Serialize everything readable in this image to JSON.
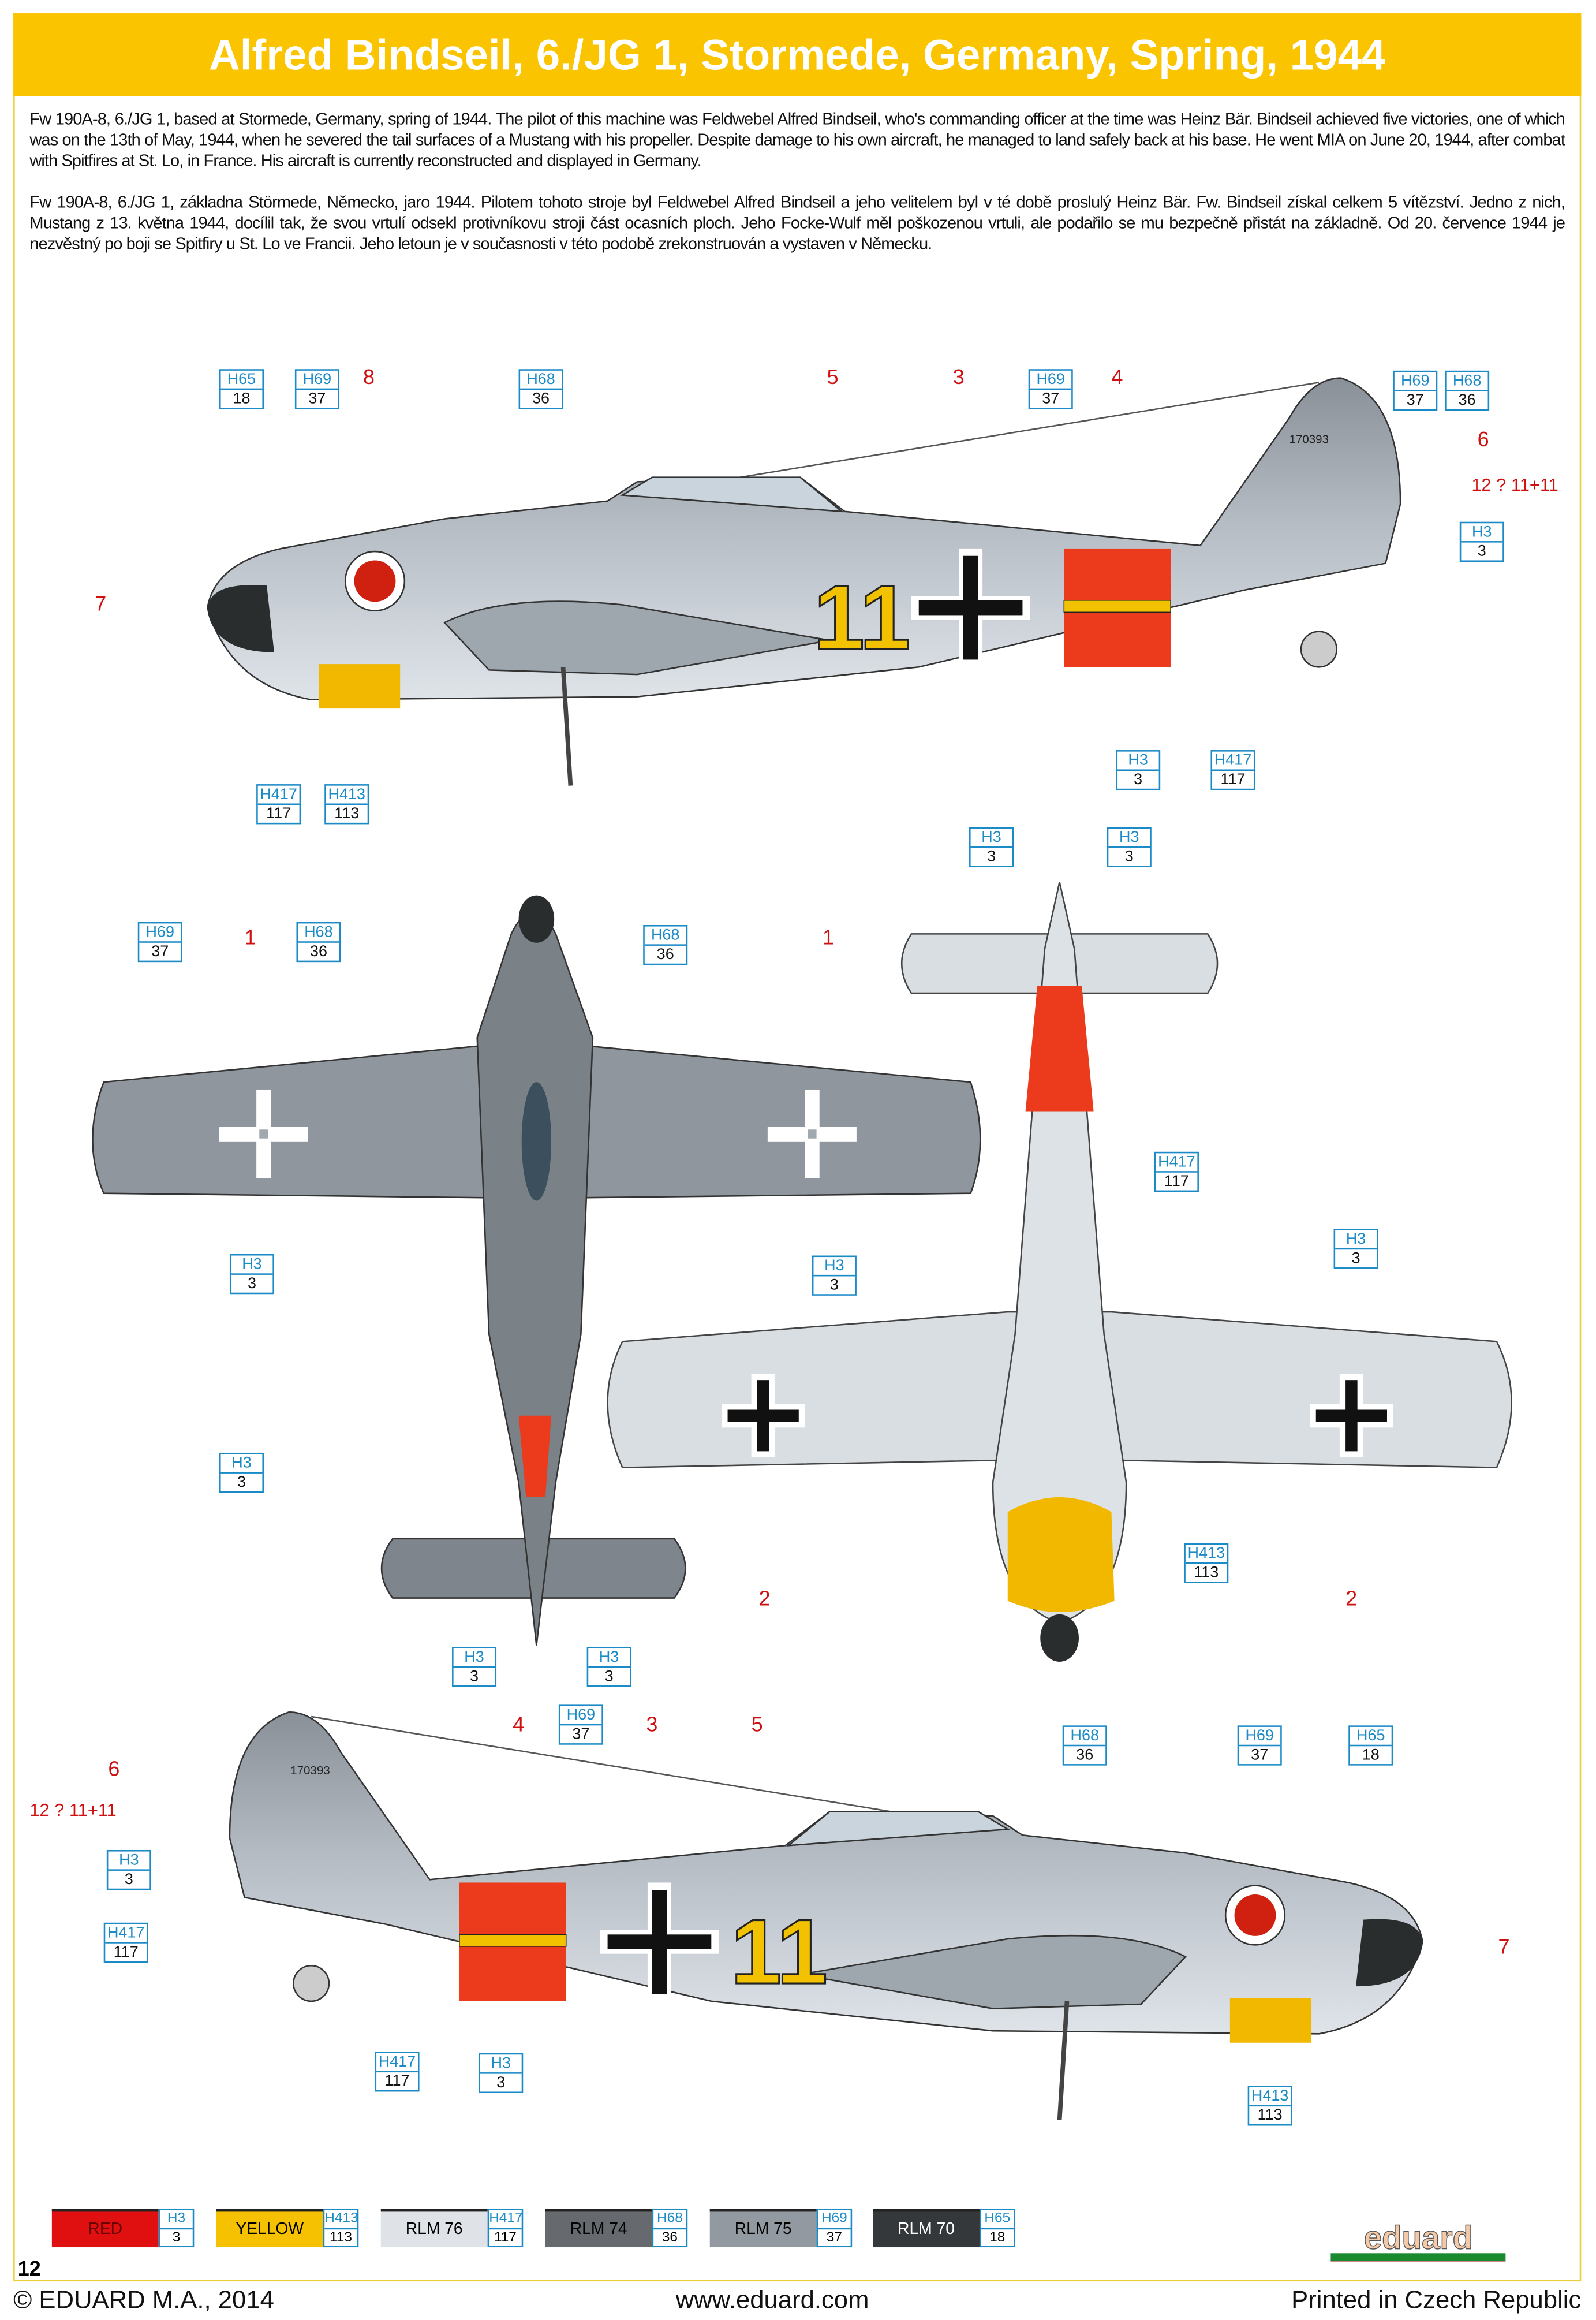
{
  "title": "Alfred Bindseil, 6./JG 1, Stormede, Germany, Spring, 1944",
  "description_en": "Fw 190A-8, 6./JG 1, based at Stormede, Germany, spring of 1944. The pilot of this machine was Feldwebel Alfred Bindseil, who's commanding officer at the time was Heinz Bär. Bindseil achieved five victories, one of which was on the 13th of May, 1944, when he severed the tail surfaces of a Mustang with his propeller. Despite damage to his own aircraft, he managed to land safely back at his base. He went MIA on June 20, 1944, after combat with Spitfires at St. Lo, in France. His aircraft is currently reconstructed and displayed in Germany.",
  "description_cz": "Fw 190A-8, 6./JG 1, základna Störmede, Německo, jaro 1944. Pilotem tohoto stroje byl Feldwebel Alfred Bindseil a jeho velitelem byl v té době proslulý Heinz Bär. Fw. Bindseil získal celkem 5 vítězství. Jedno z nich, Mustang z 13. května 1944, docílil tak, že svou vrtulí odsekl protivníkovu stroji část ocasních ploch. Jeho Focke-Wulf měl poškozenou vrtuli, ale podařilo se mu bezpečně přistát na základně. Od 20. července 1944 je nezvěstný po boji se Spitfiry u St. Lo ve Francii. Jeho letoun je v současnosti v této podobě zrekonstruován a vystaven v Německu.",
  "aircraft": {
    "tail_serial": "170393",
    "fuselage_number": "11"
  },
  "callouts": [
    {
      "code": "H65",
      "value": "18"
    },
    {
      "code": "H69",
      "value": "37"
    },
    {
      "code": "H68",
      "value": "36"
    },
    {
      "code": "H69",
      "value": "37"
    },
    {
      "code": "H69",
      "value": "37"
    },
    {
      "code": "H68",
      "value": "36"
    },
    {
      "code": "H3",
      "value": "3"
    },
    {
      "code": "H3",
      "value": "3"
    },
    {
      "code": "H417",
      "value": "117"
    },
    {
      "code": "H417",
      "value": "117"
    },
    {
      "code": "H413",
      "value": "113"
    },
    {
      "code": "H69",
      "value": "37"
    },
    {
      "code": "H68",
      "value": "36"
    },
    {
      "code": "H68",
      "value": "36"
    },
    {
      "code": "H3",
      "value": "3"
    },
    {
      "code": "H3",
      "value": "3"
    },
    {
      "code": "H3",
      "value": "3"
    },
    {
      "code": "H3",
      "value": "3"
    },
    {
      "code": "H3",
      "value": "3"
    },
    {
      "code": "H3",
      "value": "3"
    },
    {
      "code": "H3",
      "value": "3"
    },
    {
      "code": "H417",
      "value": "117"
    },
    {
      "code": "H3",
      "value": "3"
    },
    {
      "code": "H413",
      "value": "113"
    },
    {
      "code": "H69",
      "value": "37"
    },
    {
      "code": "H68",
      "value": "36"
    },
    {
      "code": "H69",
      "value": "37"
    },
    {
      "code": "H65",
      "value": "18"
    },
    {
      "code": "H3",
      "value": "3"
    },
    {
      "code": "H417",
      "value": "117"
    },
    {
      "code": "H417",
      "value": "117"
    },
    {
      "code": "H3",
      "value": "3"
    },
    {
      "code": "H413",
      "value": "113"
    }
  ],
  "markers": [
    "8",
    "5",
    "3",
    "4",
    "6",
    "12 ? 11+11",
    "7",
    "1",
    "1",
    "2",
    "2",
    "4",
    "3",
    "5",
    "6",
    "12 ? 11+11",
    "7"
  ],
  "legend": [
    {
      "name": "RED",
      "code": "H3",
      "value": "3",
      "color": "#e01010",
      "text": "#6a0000"
    },
    {
      "name": "YELLOW",
      "code": "H413",
      "value": "113",
      "color": "#f6c100",
      "text": "#111"
    },
    {
      "name": "RLM 76",
      "code": "H417",
      "value": "117",
      "color": "#dfe3e8",
      "text": "#111"
    },
    {
      "name": "RLM 74",
      "code": "H68",
      "value": "36",
      "color": "#666a6e",
      "text": "#111"
    },
    {
      "name": "RLM 75",
      "code": "H69",
      "value": "37",
      "color": "#9399a1",
      "text": "#111"
    },
    {
      "name": "RLM 70",
      "code": "H65",
      "value": "18",
      "color": "#34383b",
      "text": "#fff"
    }
  ],
  "logo": "eduard",
  "page_number": "12",
  "footer": {
    "copyright": "© EDUARD M.A., 2014",
    "website": "www.eduard.com",
    "printed": "Printed in Czech Republic"
  }
}
